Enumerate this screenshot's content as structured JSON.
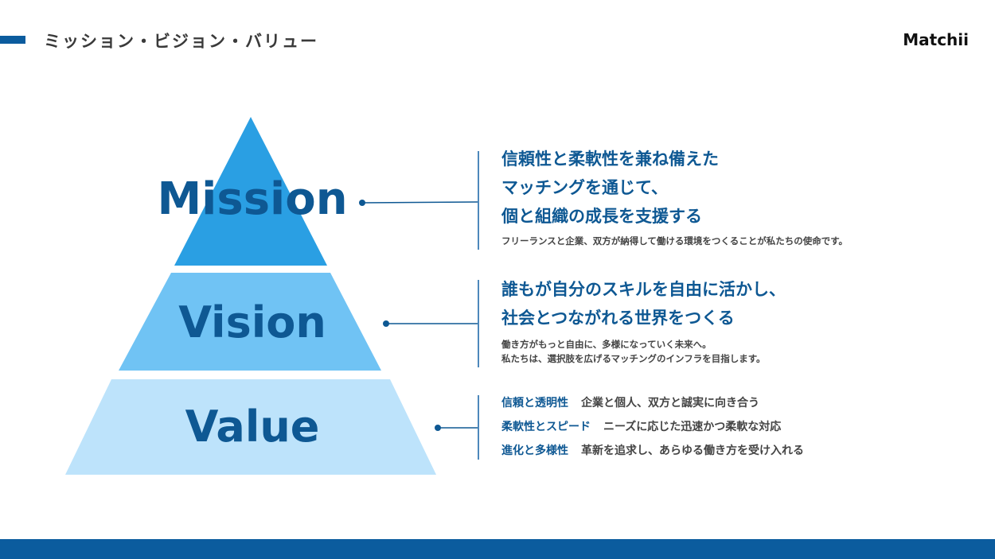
{
  "header": {
    "title": "ミッション・ビジョン・バリュー",
    "logo": "Matchii"
  },
  "colors": {
    "brand": "#0b5c9e",
    "mission": "#2a9fe3",
    "vision": "#70c3f4",
    "value": "#bde3fb",
    "text_blue": "#0e5893"
  },
  "pyramid": {
    "mission": "Mission",
    "vision": "Vision",
    "value": "Value"
  },
  "mission": {
    "lines": [
      "信頼性と柔軟性を兼ね備えた",
      "マッチングを通じて、",
      "個と組織の成長を支援する"
    ],
    "sub": "フリーランスと企業、双方が納得して働ける環境をつくることが私たちの使命です。"
  },
  "vision": {
    "lines": [
      "誰もが自分のスキルを自由に活かし、",
      "社会とつながれる世界をつくる"
    ],
    "sub": [
      "働き方がもっと自由に、多様になっていく未来へ。",
      "私たちは、選択肢を広げるマッチングのインフラを目指します。"
    ]
  },
  "values": [
    {
      "key": "信頼と透明性",
      "desc": "企業と個人、双方と誠実に向き合う"
    },
    {
      "key": "柔軟性とスピード",
      "desc": "ニーズに応じた迅速かつ柔軟な対応"
    },
    {
      "key": "進化と多様性",
      "desc": "革新を追求し、あらゆる働き方を受け入れる"
    }
  ]
}
